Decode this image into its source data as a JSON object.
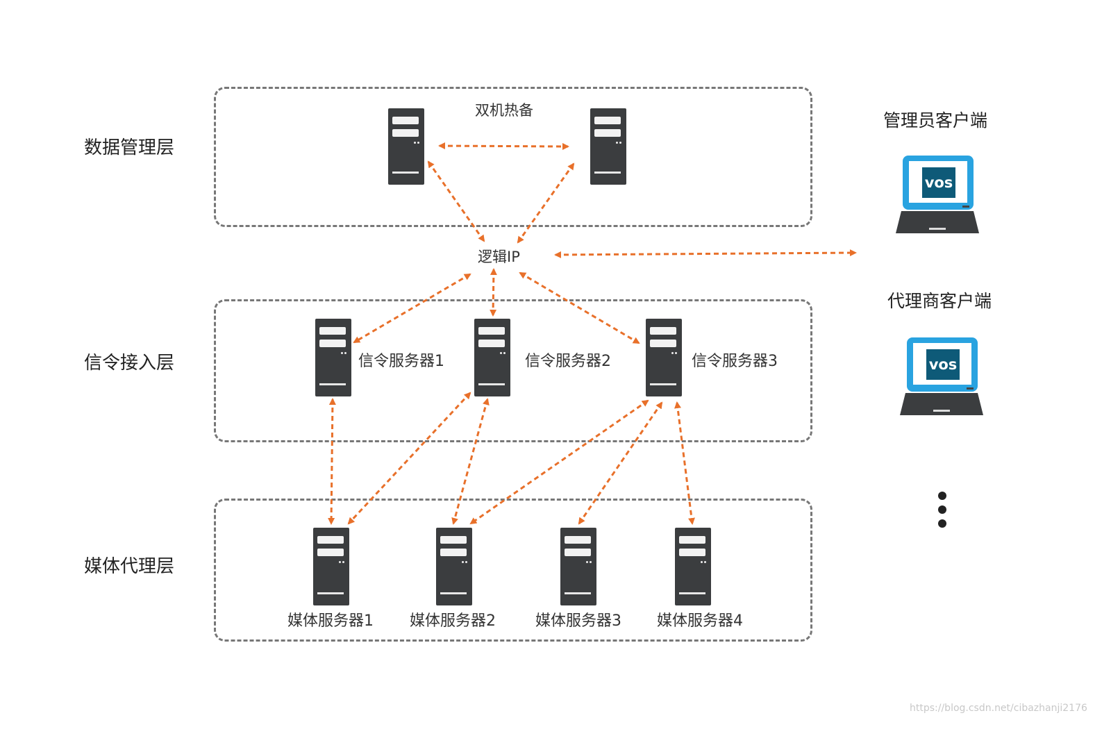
{
  "layers": {
    "data": "数据管理层",
    "signal": "信令接入层",
    "media": "媒体代理层"
  },
  "hot_standby_label": "双机热备",
  "logical_ip_label": "逻辑IP",
  "signal_servers": [
    "信令服务器1",
    "信令服务器2",
    "信令服务器3"
  ],
  "media_servers": [
    "媒体服务器1",
    "媒体服务器2",
    "媒体服务器3",
    "媒体服务器4"
  ],
  "clients": {
    "admin": "管理员客户端",
    "agent": "代理商客户端",
    "logo_text": "vos"
  },
  "watermark": "https://blog.csdn.net/cibazhanji2176",
  "colors": {
    "arrow": "#e8702a",
    "box_border": "#777777",
    "server": "#3b3d3f",
    "laptop_screen": "#29a3e0",
    "logo_bg": "#0e5a78"
  }
}
